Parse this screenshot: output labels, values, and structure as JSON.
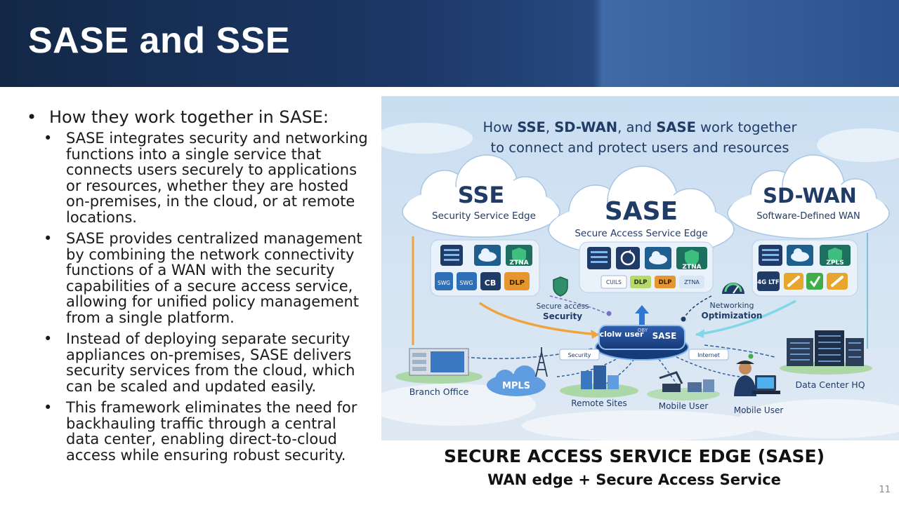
{
  "slide": {
    "title": "SASE and SSE",
    "page_number": "11"
  },
  "bullets": {
    "main": "How they work together in SASE:",
    "items": [
      "SASE integrates security and networking functions into a single service that connects users securely to applications or resources, whether they are hosted on-premises, in the cloud, or at remote locations.",
      "SASE provides centralized management by combining the network connectivity functions of a WAN with the security capabilities of a secure access service, allowing for unified policy management from a single platform.",
      "Instead of deploying separate security appliances on-premises, SASE delivers security services from the cloud, which can be scaled and updated easily.",
      "This framework eliminates the need for backhauling traffic through a central data center, enabling direct-to-cloud access while ensuring robust security."
    ]
  },
  "figure": {
    "heading_line1_parts": [
      "How ",
      "SSE",
      ", ",
      "SD-WAN",
      ", and ",
      "SASE",
      " work together"
    ],
    "heading_line2": "to connect and protect users and resources",
    "clouds": {
      "sse": {
        "name": "SSE",
        "sub": "Security Service Edge"
      },
      "sase": {
        "name": "SASE",
        "sub": "Secure Access Service Edge"
      },
      "sdwan": {
        "name": "SD-WAN",
        "sub": "Software-Defined WAN"
      }
    },
    "tiles": {
      "sse_row1": [
        "",
        "",
        "ZTNA"
      ],
      "sse_row2": [
        "SWG",
        "SWG",
        "CB",
        "DLP"
      ],
      "sase_row1": [
        "",
        "",
        "",
        "ZTNA"
      ],
      "sase_row2": [
        "CUILS",
        "DLP",
        "DLP",
        "ZTNA"
      ],
      "sdwan_row1": [
        "",
        "",
        "ZPLS"
      ],
      "sdwan_row2": [
        "4G LTF",
        "",
        ""
      ]
    },
    "labels": {
      "secure_access_1": "Secure access",
      "secure_access_2": "Security",
      "networking_1": "Networking",
      "networking_2": "Optimization",
      "hub_left": "clolw user",
      "hub_mid": "OBY",
      "hub_right": "SASE",
      "security_tag": "Security",
      "internet_tag": "Internet",
      "mpls": "MPLS",
      "branch": "Branch Office",
      "remote": "Remote Sites",
      "mobile1": "Mobile User",
      "mobile2": "Mobile User",
      "datacenter": "Data Center HQ"
    },
    "colors": {
      "sky": "#bcd6ef",
      "navy": "#1f3b66",
      "teal": "#1d6f6f",
      "orange": "#f0a33a",
      "cyan": "#6fd0e6"
    }
  },
  "captions": {
    "line1": "SECURE ACCESS SERVICE EDGE (SASE)",
    "line2": "WAN edge + Secure Access Service"
  }
}
